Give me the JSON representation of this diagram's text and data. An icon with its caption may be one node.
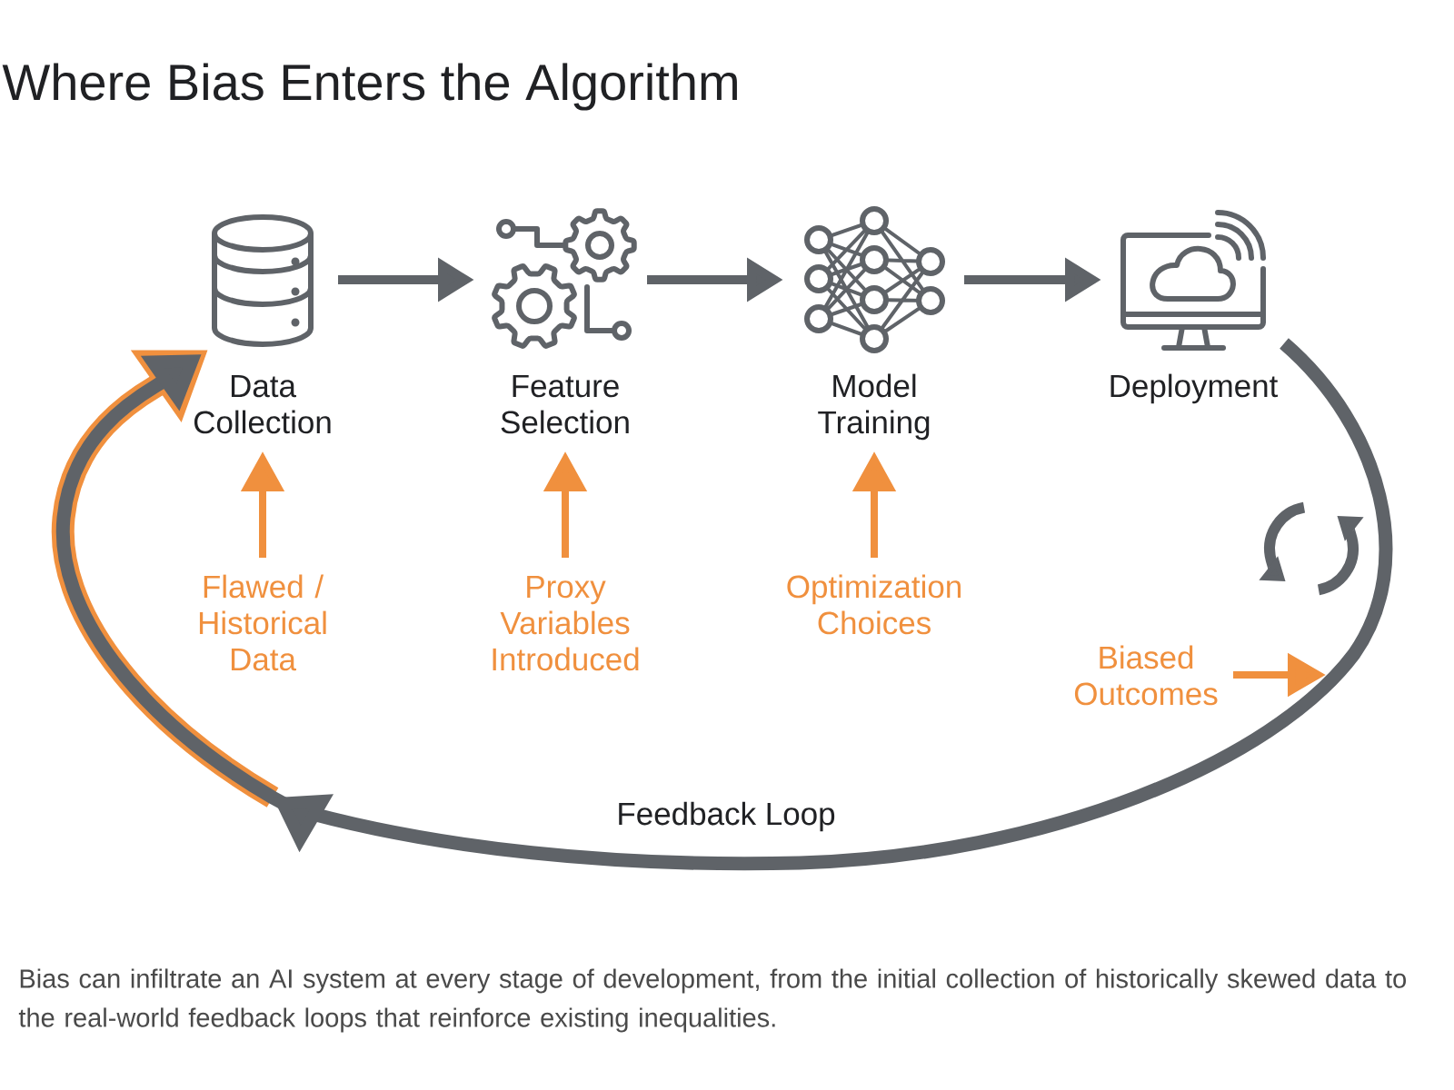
{
  "diagram": {
    "title": "Where Bias Enters the Algorithm",
    "caption": "Bias can infiltrate an AI system at every stage of development, from the initial collection of historically skewed data to the real-world feedback loops that reinforce existing inequalities.",
    "nodes": [
      {
        "text": [
          "Data Collection"
        ]
      },
      {
        "text": [
          "Feature Selection"
        ]
      },
      {
        "text": [
          "Model Training"
        ]
      },
      {
        "text": [
          "Deployment"
        ]
      },
      {
        "text": [
          "Flawed / Historical Data"
        ]
      },
      {
        "text": [
          "Proxy Variables Introduced"
        ]
      },
      {
        "text": [
          "Optimization Choices"
        ]
      },
      {
        "text": [
          "Biased Outcomes"
        ]
      }
    ],
    "edges": [
      {
        "from": 0,
        "to": 1,
        "arrow": "to"
      },
      {
        "from": 1,
        "to": 2,
        "arrow": "to"
      },
      {
        "from": 2,
        "to": 3,
        "arrow": "to"
      },
      {
        "from": 4,
        "to": 0,
        "arrow": "to",
        "color": "#f0903e"
      },
      {
        "from": 5,
        "to": 1,
        "arrow": "to",
        "color": "#f0903e"
      },
      {
        "from": 6,
        "to": 2,
        "arrow": "to",
        "color": "#f0903e"
      },
      {
        "from": 7,
        "to": null,
        "arrow": "to",
        "color": "#f0903e"
      },
      {
        "from": 3,
        "to": 0,
        "arrow": "to",
        "label": "Feedback Loop",
        "style": "thick"
      }
    ]
  }
}
